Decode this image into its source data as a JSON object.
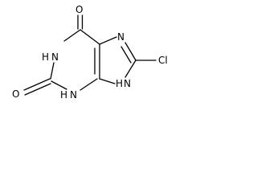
{
  "structure": {
    "atoms": {
      "o_top": "O",
      "n1": "N",
      "h_n1": "H",
      "o_left": "O",
      "n3": "N",
      "h_n3": "H",
      "n7": "N",
      "n9": "N",
      "h_n9": "H",
      "cl": "Cl"
    },
    "colors": {
      "bond": "#000000",
      "label": "#000000",
      "background": "#ffffff"
    }
  }
}
